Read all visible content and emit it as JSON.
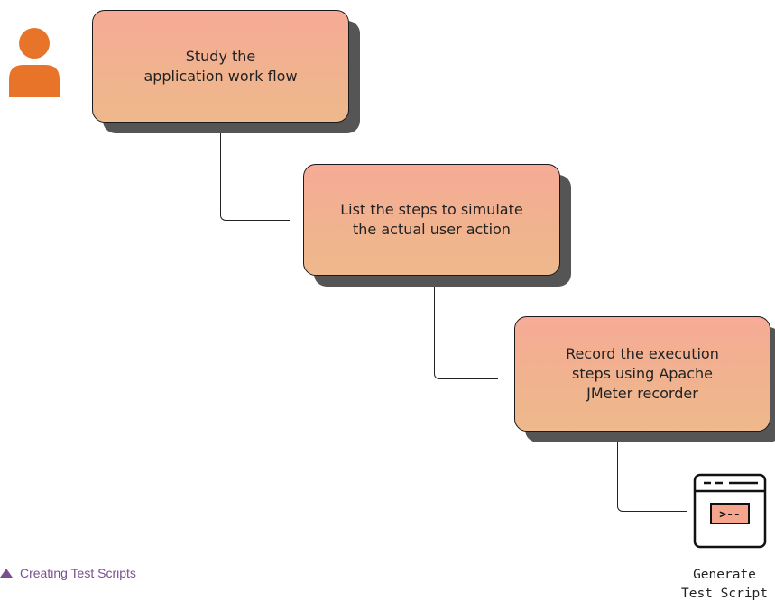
{
  "steps": [
    {
      "text": "Study the\napplication work flow"
    },
    {
      "text": "List the steps to simulate\nthe actual user action"
    },
    {
      "text": "Record the execution\nsteps using Apache\nJMeter recorder"
    }
  ],
  "output": {
    "label": "Generate\nTest Script",
    "icon": "terminal-window-icon",
    "prompt_glyph": ">--"
  },
  "user": {
    "icon": "user-icon"
  },
  "caption": {
    "text": "Creating Test Scripts"
  },
  "colors": {
    "box_fill": "#f6ab96",
    "shadow": "#555555",
    "avatar": "#e8742a",
    "caption": "#7a4f8f",
    "prompt_fill": "#f4a58c"
  }
}
